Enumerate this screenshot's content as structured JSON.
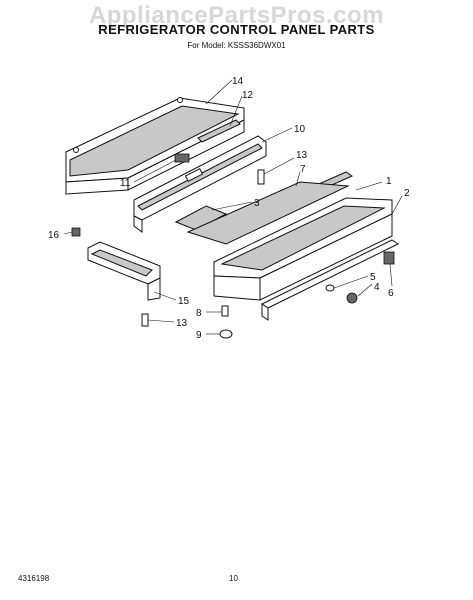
{
  "watermark": "AppliancePartsPros.com",
  "title": "REFRIGERATOR CONTROL PANEL PARTS",
  "subtitle": "For Model: KSSS36DWX01",
  "callouts": {
    "c14": "14",
    "c12": "12",
    "c10": "10",
    "c11": "11",
    "c13a": "13",
    "c7": "7",
    "c1": "1",
    "c2": "2",
    "c3": "3",
    "c16": "16",
    "c5": "5",
    "c4": "4",
    "c6": "6",
    "c15": "15",
    "c8": "8",
    "c13b": "13",
    "c9": "9"
  },
  "footer": {
    "doc_number": "4316198",
    "page": "10"
  }
}
